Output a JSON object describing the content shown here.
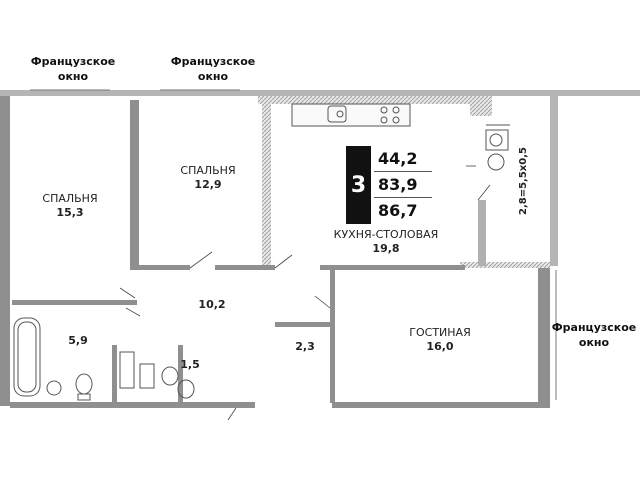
{
  "window_notes": [
    "Французское\nокно",
    "Французское\nокно",
    "Французское\nокно"
  ],
  "badge": {
    "rooms": "3",
    "values": [
      "44,2",
      "83,9",
      "86,7"
    ]
  },
  "rooms": [
    {
      "name": "СПАЛЬНЯ",
      "area": "15,3"
    },
    {
      "name": "СПАЛЬНЯ",
      "area": "12,9"
    },
    {
      "name": "КУХНЯ-СТОЛОВАЯ",
      "area": "19,8"
    },
    {
      "name": "",
      "area": "10,2"
    },
    {
      "name": "",
      "area": "5,9"
    },
    {
      "name": "",
      "area": "1,5"
    },
    {
      "name": "",
      "area": "2,3"
    },
    {
      "name": "ГОСТИНАЯ",
      "area": "16,0"
    }
  ],
  "ceiling_label": "2,8=5,5x0,5",
  "colors": {
    "wall": "#9a9a9a",
    "hatch": "#c8c8c8",
    "line": "#333333"
  }
}
